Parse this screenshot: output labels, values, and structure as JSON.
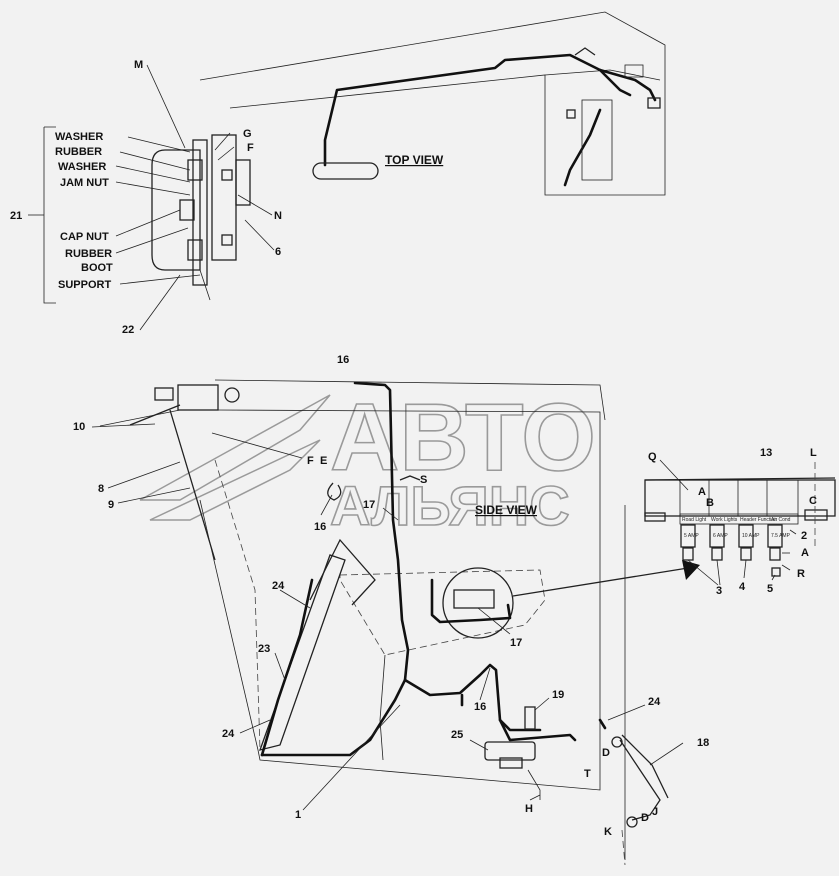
{
  "views": {
    "top_view": "TOP VIEW",
    "side_view": "SIDE VIEW"
  },
  "watermark": {
    "line1": "АВТО",
    "line2": "АЛЬЯНС"
  },
  "mount_detail": {
    "part_labels": [
      "WASHER",
      "RUBBER",
      "WASHER",
      "JAM NUT",
      "CAP NUT",
      "RUBBER",
      "BOOT",
      "SUPPORT"
    ]
  },
  "callouts": [
    "M",
    "G",
    "F",
    "N",
    "6",
    "21",
    "22",
    "16",
    "10",
    "8",
    "9",
    "F",
    "E",
    "16",
    "17",
    "S",
    "13",
    "L",
    "Q",
    "A",
    "B",
    "C",
    "2",
    "A",
    "R",
    "3",
    "4",
    "5",
    "24",
    "23",
    "24",
    "17",
    "16",
    "19",
    "24",
    "18",
    "25",
    "D",
    "T",
    "H",
    "1",
    "K",
    "D",
    "J"
  ],
  "fuse_panel": {
    "columns": [
      "Road Light",
      "Work Lights",
      "Header Function",
      "Air Cond"
    ],
    "ratings": [
      "5 AMP",
      "6 AMP",
      "10 AMP",
      "7.5 AMP"
    ]
  },
  "colors": {
    "background": "#f2f2f2",
    "line": "#111111",
    "watermark": "#9a9a9a"
  }
}
